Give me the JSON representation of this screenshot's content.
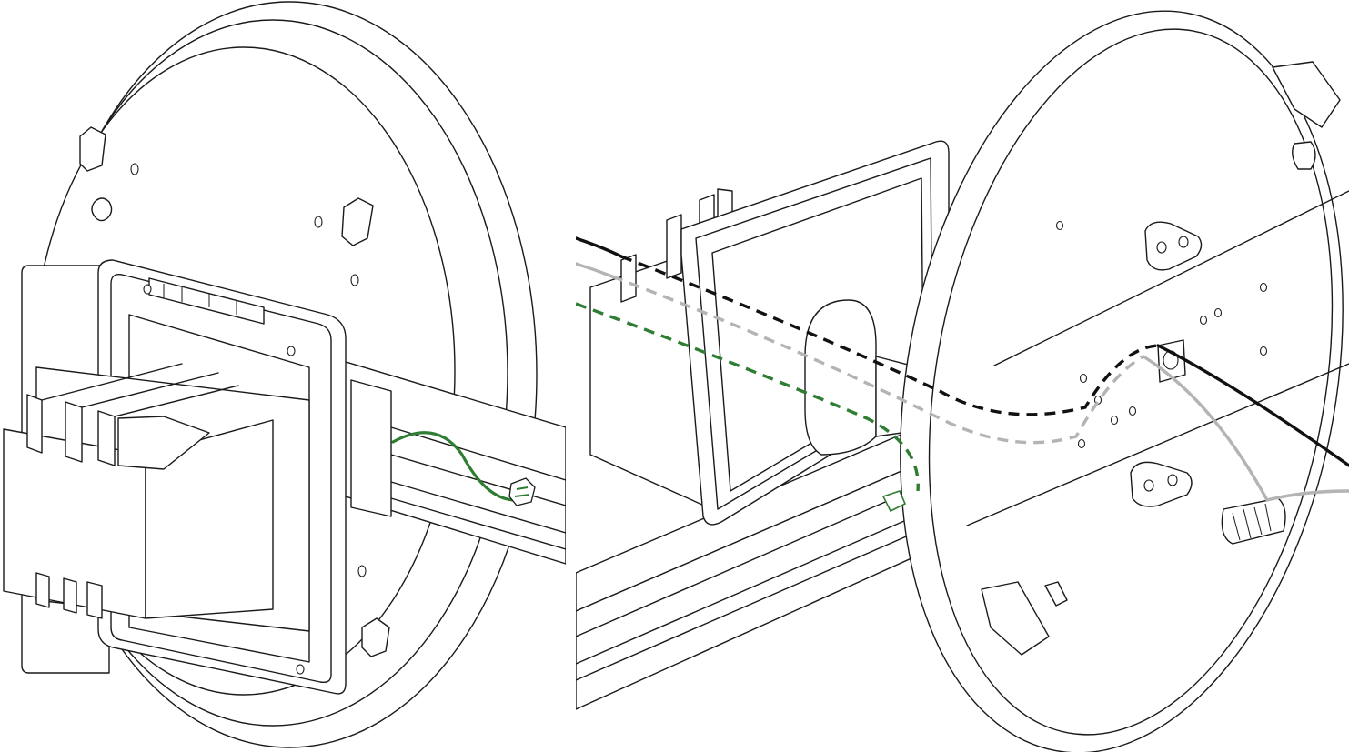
{
  "figure": {
    "panels": [
      {
        "id": "left",
        "view": "rear-assembly",
        "visible_wires": [
          "ground"
        ]
      },
      {
        "id": "right",
        "view": "exploded-wiring",
        "visible_wires": [
          "line",
          "neutral",
          "ground"
        ]
      }
    ],
    "wire_colors": {
      "line": "#111111",
      "neutral": "#b4b4b4",
      "ground": "#2e7d32"
    },
    "line_color": "#1a1a1a",
    "background": "#ffffff"
  }
}
